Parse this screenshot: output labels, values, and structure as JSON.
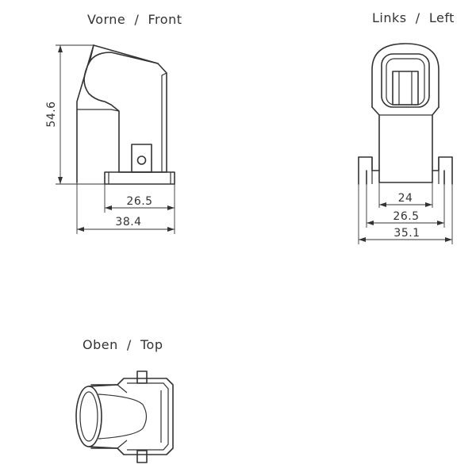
{
  "views": {
    "front": {
      "title": "Vorne  /  Front"
    },
    "left": {
      "title": "Links  /  Left"
    },
    "top": {
      "title": "Oben  /  Top"
    }
  },
  "dimensions": {
    "front_height": "54.6",
    "front_base_width": "26.5",
    "front_total_width": "38.4",
    "left_inner_width": "24",
    "left_base_width": "26.5",
    "left_total_width": "35.1"
  }
}
